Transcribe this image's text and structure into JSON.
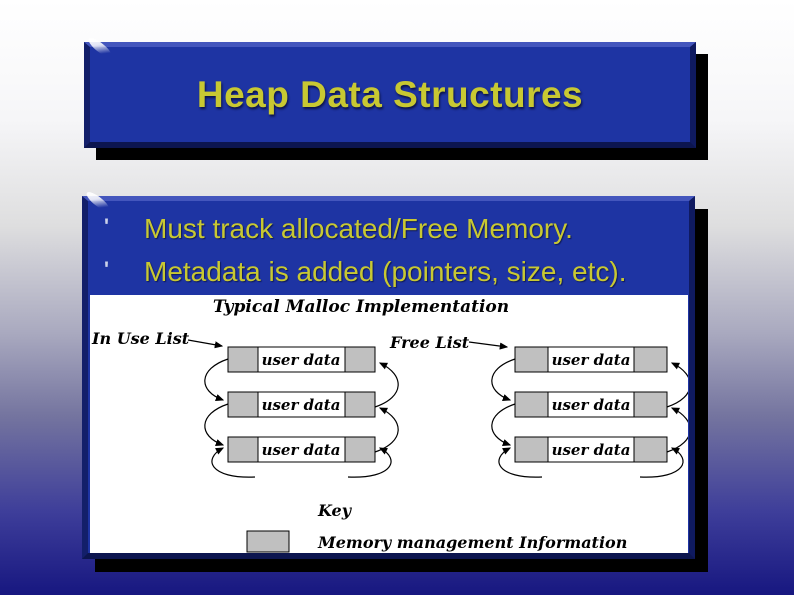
{
  "slide": {
    "title": "Heap Data Structures",
    "bullets": [
      {
        "marker": "'",
        "text": "Must track allocated/Free Memory."
      },
      {
        "marker": "'",
        "text": "Metadata is added (pointers, size, etc)."
      }
    ]
  },
  "diagram": {
    "title": "Typical Malloc Implementation",
    "in_use_list_label": "In Use List",
    "free_list_label": "Free List",
    "node_label": "user data",
    "lists": [
      {
        "name": "In Use List",
        "node_count": 3,
        "linkage": "doubly-linked"
      },
      {
        "name": "Free List",
        "node_count": 3,
        "linkage": "doubly-linked"
      }
    ],
    "key": {
      "title": "Key",
      "swatch_meaning": "Memory management Information"
    }
  },
  "colors": {
    "box_blue": "#1e34a3",
    "box_bevel_light": "#4456bd",
    "box_bevel_dark": "#131f6a",
    "accent_yellow": "#c8c832",
    "bullet_marker": "#ccd2ea",
    "shadow_black": "#000000",
    "diagram_bg": "#ffffff",
    "diagram_ink": "#000000",
    "mgmt_cell_gray": "#c0c0c0",
    "bg_top": "#ffffff",
    "bg_bottom": "#171780"
  }
}
